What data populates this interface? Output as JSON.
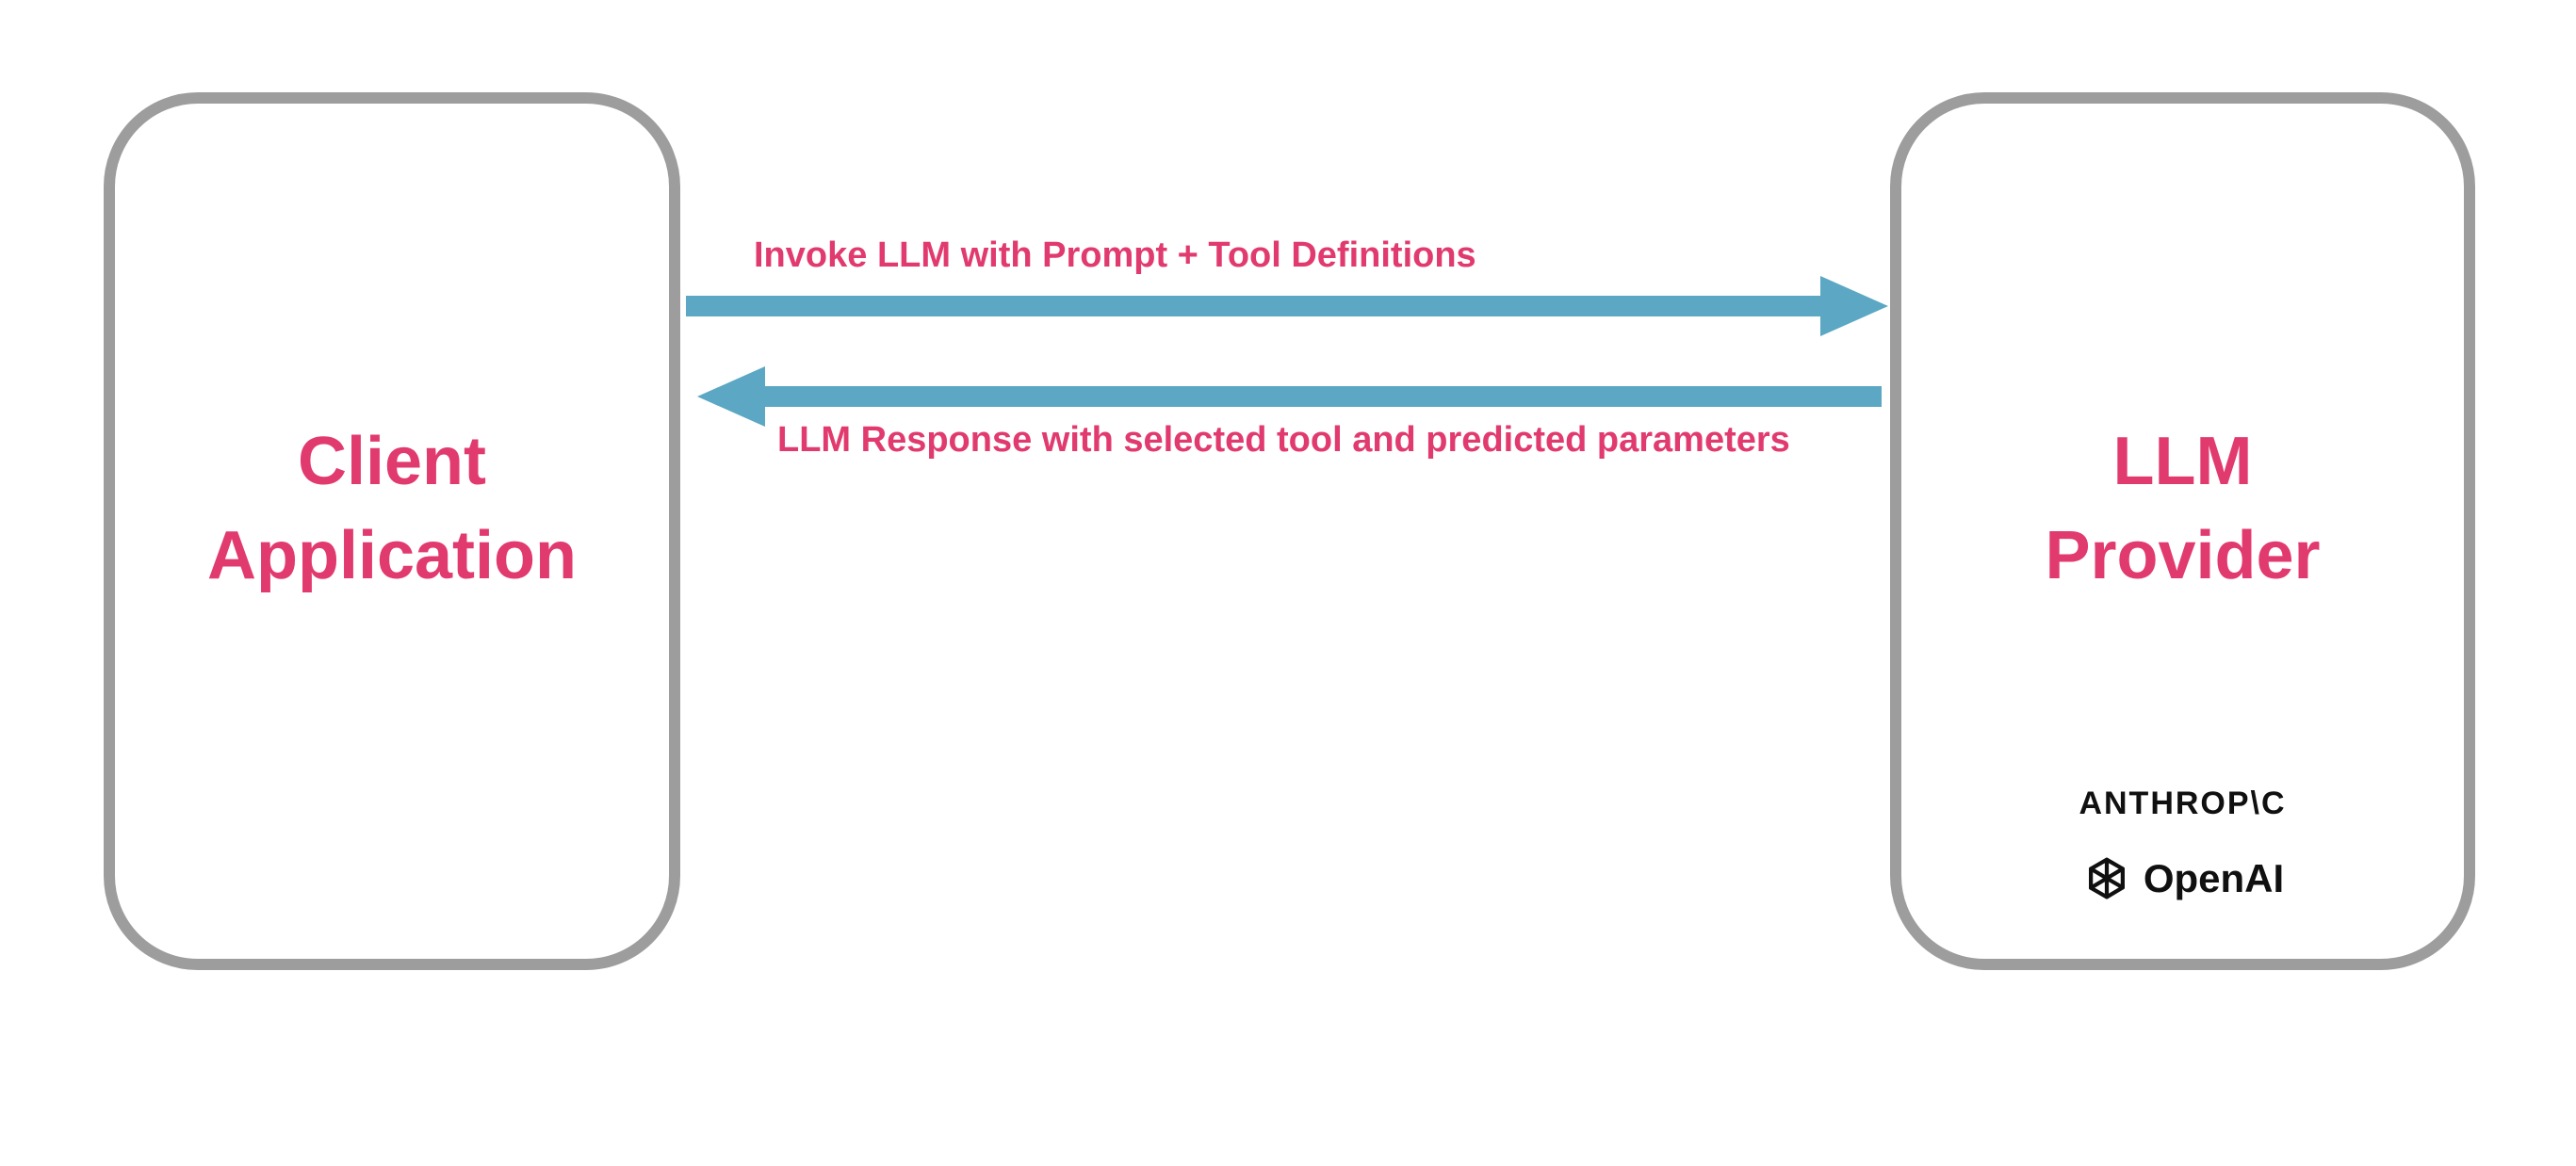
{
  "diagram": {
    "client_box": {
      "title": "Client Application"
    },
    "provider_box": {
      "title": "LLM Provider"
    },
    "request_arrow": {
      "label": "Invoke LLM with Prompt + Tool Definitions",
      "direction": "right"
    },
    "response_arrow": {
      "label": "LLM Response with selected tool and predicted parameters",
      "direction": "left"
    },
    "providers": {
      "anthropic": "ANTHROP\\C",
      "openai": "OpenAI"
    },
    "colors": {
      "accent_pink": "#E13A6F",
      "arrow_blue": "#5BA7C4",
      "box_border_gray": "#9D9D9D",
      "logo_black": "#101010"
    },
    "icons": {
      "openai_mark": "openai-knot-icon"
    }
  }
}
